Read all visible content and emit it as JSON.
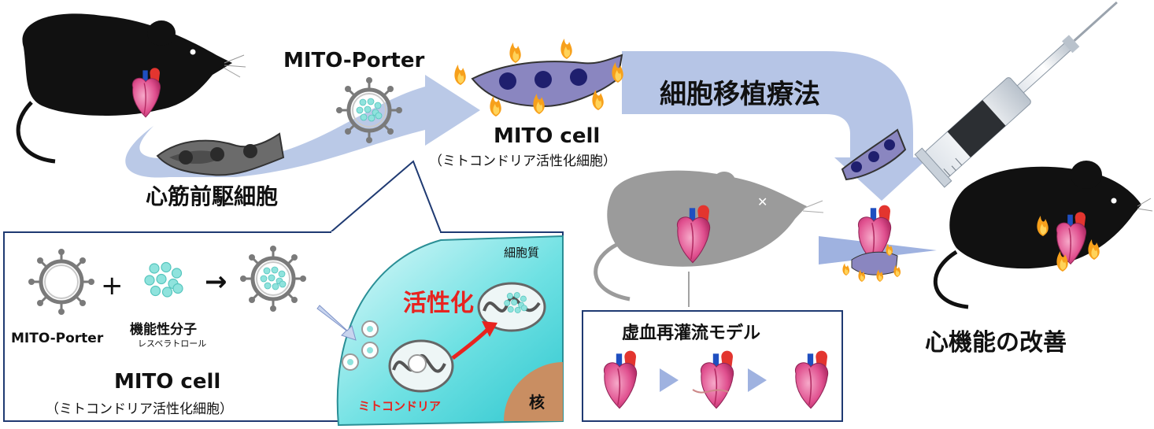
{
  "title_top": "MITO-Porter",
  "mito_cell": "MITO cell",
  "mito_cell_sub": "（ミトコンドリア活性化細胞）",
  "progenitor": "心筋前駆細胞",
  "therapy": "細胞移植療法",
  "ischemia_model": "虚血再灌流モデル",
  "improvement": "心機能の改善",
  "inset": {
    "porter": "MITO-Porter",
    "molecule": "機能性分子",
    "molecule_sub": "レスベラトロール",
    "plus": "+",
    "arrow": "→",
    "mito_cell": "MITO cell",
    "mito_cell_sub": "（ミトコンドリア活性化細胞）",
    "cytoplasm": "細胞質",
    "activation": "活性化",
    "mitochondria": "ミトコンドリア",
    "nucleus": "核"
  },
  "colors": {
    "arrow": "#aebfe3",
    "cell_dark": "#4d4d4d",
    "cell_purple": "#7e7bb4",
    "cytoplasm": "#52d8dc",
    "highlight_red": "#e8231f"
  }
}
